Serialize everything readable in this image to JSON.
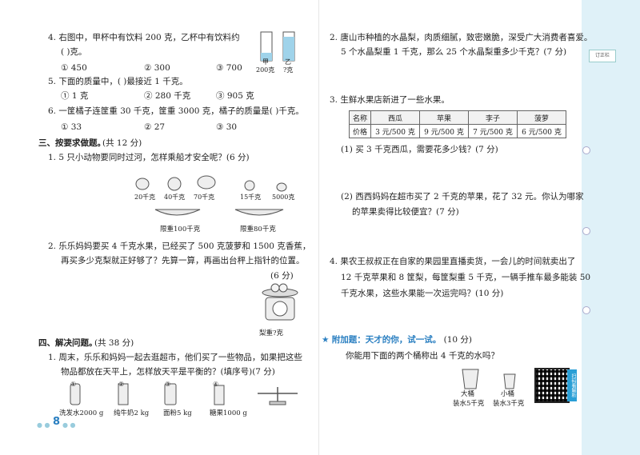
{
  "left": {
    "q4": {
      "text": "4. 右图中，甲杯中有饮料 200 克，乙杯中有饮料约",
      "blank": "(      )克。",
      "options": [
        "① 450",
        "② 300",
        "③ 700"
      ],
      "cup_a_label": "甲",
      "cup_b_label": "乙",
      "cup_a_value": "200克",
      "cup_b_value": "?克"
    },
    "q5": {
      "text": "5. 下面的质量中，(   )最接近 1 千克。",
      "options": [
        "① 1 克",
        "② 280 千克",
        "③ 905 克"
      ]
    },
    "q6": {
      "text": "6. 一筐橘子连筐重 30 千克，筐重 3000 克，橘子的质量是(     )千克。",
      "options": [
        "① 33",
        "② 27",
        "③ 30"
      ]
    },
    "section3": {
      "title": "三、按要求做题。",
      "score": "(共 12 分)"
    },
    "s3q1": {
      "text": "1. 5 只小动物要同时过河，怎样乘船才安全呢？(6 分)",
      "animal_weights": [
        "20千克",
        "40千克",
        "70千克",
        "15千克",
        "5000克"
      ],
      "boat1": "限重100千克",
      "boat2": "限重80千克"
    },
    "s3q2": {
      "line1": "2. 乐乐妈妈要买 4 千克水果，已经买了 500 克菠萝和 1500 克香蕉，",
      "line2": "再买多少克梨就正好够了？先算一算，再画出台秤上指针的位置。",
      "score": "(6 分)",
      "scale_label": "梨重?克"
    },
    "section4": {
      "title": "四、解决问题。",
      "score": "(共 38 分)"
    },
    "s4q1": {
      "line1": "1. 周末，乐乐和妈妈一起去逛超市，他们买了一些物品，如果把这些",
      "line2": "物品都放在天平上，怎样放天平是平衡的？(填序号)(7 分)",
      "items": [
        {
          "num": "①",
          "label": "洗发水2000 g"
        },
        {
          "num": "②",
          "label": "纯牛奶2 kg"
        },
        {
          "num": "③",
          "label": "面粉5 kg"
        },
        {
          "num": "④",
          "label": "糖果1000 g"
        }
      ]
    },
    "page_number": "8"
  },
  "right": {
    "q2": {
      "line1": "2. 唐山市种植的水晶梨，肉质细腻，致密嫩脆，深受广大消费者喜爱。",
      "line2": "5 个水晶梨重 1 千克，那么 25 个水晶梨重多少千克？(7 分)"
    },
    "q3": {
      "text": "3. 生鲜水果店新进了一些水果。",
      "table": {
        "headers": [
          "名称",
          "西瓜",
          "苹果",
          "李子",
          "菠萝"
        ],
        "row_label": "价格",
        "prices": [
          "3 元/500 克",
          "9 元/500 克",
          "7 元/500 克",
          "6 元/500 克"
        ]
      },
      "sub1": "(1) 买 3 千克西瓜，需要花多少钱？(7 分)",
      "sub2_line1": "(2) 西西妈妈在超市买了 2 千克的苹果，花了 32 元。你认为哪家",
      "sub2_line2": "的苹果卖得比较便宜？(7 分)"
    },
    "q4": {
      "line1": "4. 果农王叔叔正在自家的果园里直播卖货，一会儿的时间就卖出了",
      "line2": "12 千克苹果和 8 筐梨，每筐梨重 5 千克，一辆手推车最多能装 50",
      "line3": "千克水果，这些水果能一次运完吗？(10 分)"
    },
    "bonus": {
      "star": "★",
      "title": "附加题：天才的你，试一试。",
      "score": "(10 分)",
      "question": "你能用下面的两个桶称出 4 千克的水吗？",
      "bucket_big": "大桶",
      "bucket_big_cap": "装水5千克",
      "bucket_small": "小桶",
      "bucket_small_cap": "装水3千克",
      "qr_tag": "扫码看解析"
    },
    "sidebar_tab": "订正栏"
  }
}
